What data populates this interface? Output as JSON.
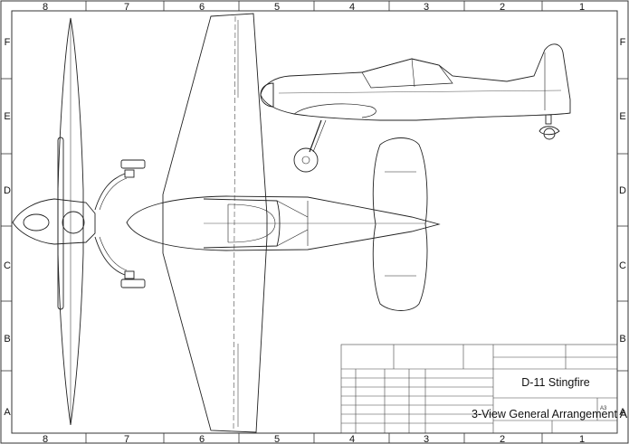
{
  "drawing": {
    "part_title": "D-11 Stingfire",
    "drawing_title": "3-View General Arrangement A",
    "sheet_size": "A3",
    "column_labels": [
      "8",
      "7",
      "6",
      "5",
      "4",
      "3",
      "2",
      "1"
    ],
    "row_labels": [
      "F",
      "E",
      "D",
      "C",
      "B",
      "A"
    ]
  },
  "colors": {
    "line": "#222222",
    "background": "#ffffff"
  }
}
